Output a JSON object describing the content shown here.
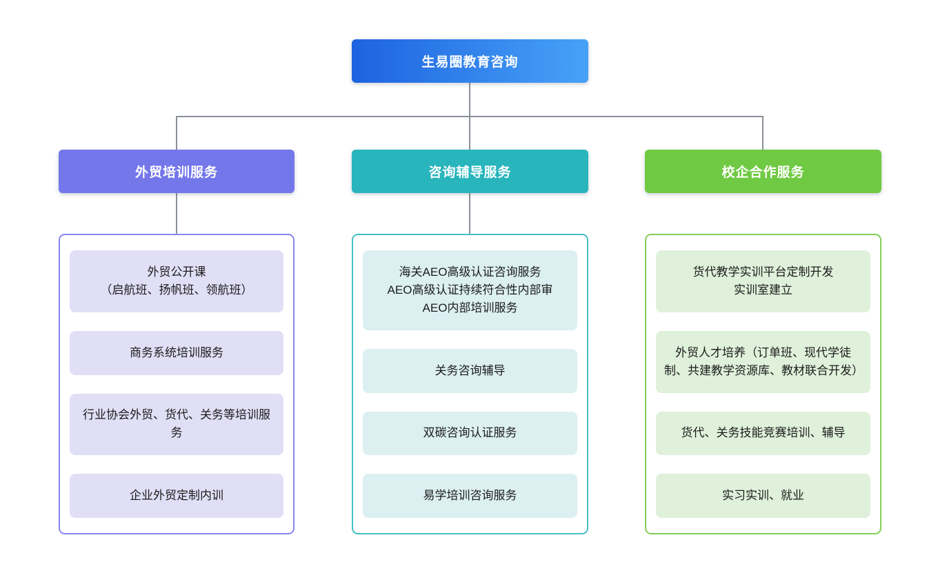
{
  "diagram": {
    "root": {
      "label": "生易圈教育咨询"
    },
    "branches": [
      {
        "label": "外贸培训服务",
        "items": [
          "外贸公开课\n（启航班、扬帆班、领航班）",
          "商务系统培训服务",
          "行业协会外贸、货代、关务等培训服务",
          "企业外贸定制内训"
        ]
      },
      {
        "label": "咨询辅导服务",
        "items": [
          "海关AEO高级认证咨询服务\nAEO高级认证持续符合性内部审\nAEO内部培训服务",
          "关务咨询辅导",
          "双碳咨询认证服务",
          "易学培训咨询服务"
        ]
      },
      {
        "label": "校企合作服务",
        "items": [
          "货代教学实训平台定制开发\n实训室建立",
          "外贸人才培养（订单班、现代学徒制、共建教学资源库、教材联合开发）",
          "货代、关务技能竞赛培训、辅导",
          "实习实训、就业"
        ]
      }
    ],
    "colors": {
      "root_gradient_start": "#1d63e0",
      "root_gradient_end": "#47a2f7",
      "branch1_header": "#7477ea",
      "branch1_border": "#8487ee",
      "branch1_card_bg": "#e1dff6",
      "branch2_header": "#28b5bc",
      "branch2_border": "#45bfc4",
      "branch2_card_bg": "#dcf0f2",
      "branch3_header": "#70c943",
      "branch3_border": "#82ce57",
      "branch3_card_bg": "#dff1da",
      "connector": "#8a9099"
    }
  }
}
